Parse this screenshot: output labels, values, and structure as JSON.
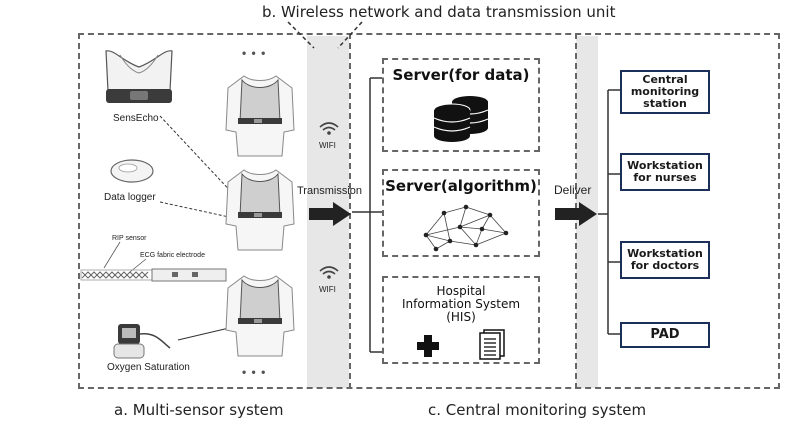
{
  "captions": {
    "wireless": "b. Wireless network and data transmission unit",
    "multi_sensor": "a. Multi-sensor system",
    "central": "c. Central monitoring system"
  },
  "sensors": {
    "sensecho": "SensEcho",
    "data_logger": "Data logger",
    "rip_sensor": "RIP sensor",
    "ecg_electrode": "ECG fabric electrode",
    "oxygen": "Oxygen Saturation"
  },
  "ellipsis": "• • •",
  "wireless": {
    "wifi_top": "WIFI",
    "wifi_bottom": "WIFI",
    "transmission": "Transmission"
  },
  "servers": {
    "data": "Server(for data)",
    "algorithm": "Server(algorithm)",
    "his_line1": "Hospital",
    "his_line2": "Information System",
    "his_line3": "(HIS)"
  },
  "deliver": "Deliver",
  "outputs": [
    {
      "label": "Central monitoring station"
    },
    {
      "label": "Workstation for nurses"
    },
    {
      "label": "Workstation for doctors"
    },
    {
      "label": "PAD"
    }
  ]
}
